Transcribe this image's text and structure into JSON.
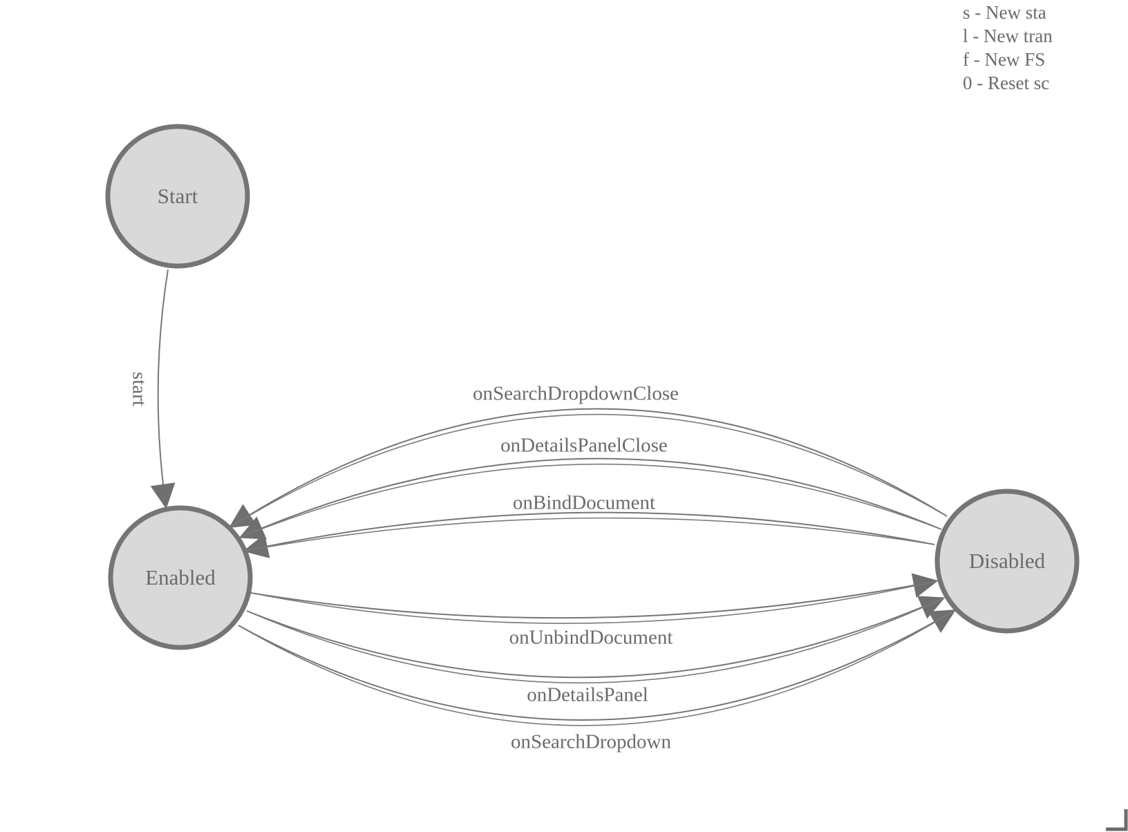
{
  "diagram": {
    "states": [
      {
        "label": "Start"
      },
      {
        "label": "Enabled"
      },
      {
        "label": "Disabled"
      }
    ],
    "transitions": [
      {
        "label": "start",
        "from": "Start",
        "to": "Enabled"
      },
      {
        "label": "onSearchDropdownClose",
        "from": "Disabled",
        "to": "Enabled"
      },
      {
        "label": "onDetailsPanelClose",
        "from": "Disabled",
        "to": "Enabled"
      },
      {
        "label": "onBindDocument",
        "from": "Disabled",
        "to": "Enabled"
      },
      {
        "label": "onUnbindDocument",
        "from": "Enabled",
        "to": "Disabled"
      },
      {
        "label": "onDetailsPanel",
        "from": "Enabled",
        "to": "Disabled"
      },
      {
        "label": "onSearchDropdown",
        "from": "Enabled",
        "to": "Disabled"
      }
    ]
  },
  "legend": {
    "items": [
      "s - New sta",
      "l - New tran",
      "f - New FS",
      "0 - Reset sc"
    ]
  },
  "colors": {
    "background": "#ffffff",
    "state_fill": "#d9d9d9",
    "state_stroke": "#757575",
    "edge_stroke": "#767676",
    "arrowhead": "#6f6f6f",
    "text": "#6b6b6b"
  }
}
